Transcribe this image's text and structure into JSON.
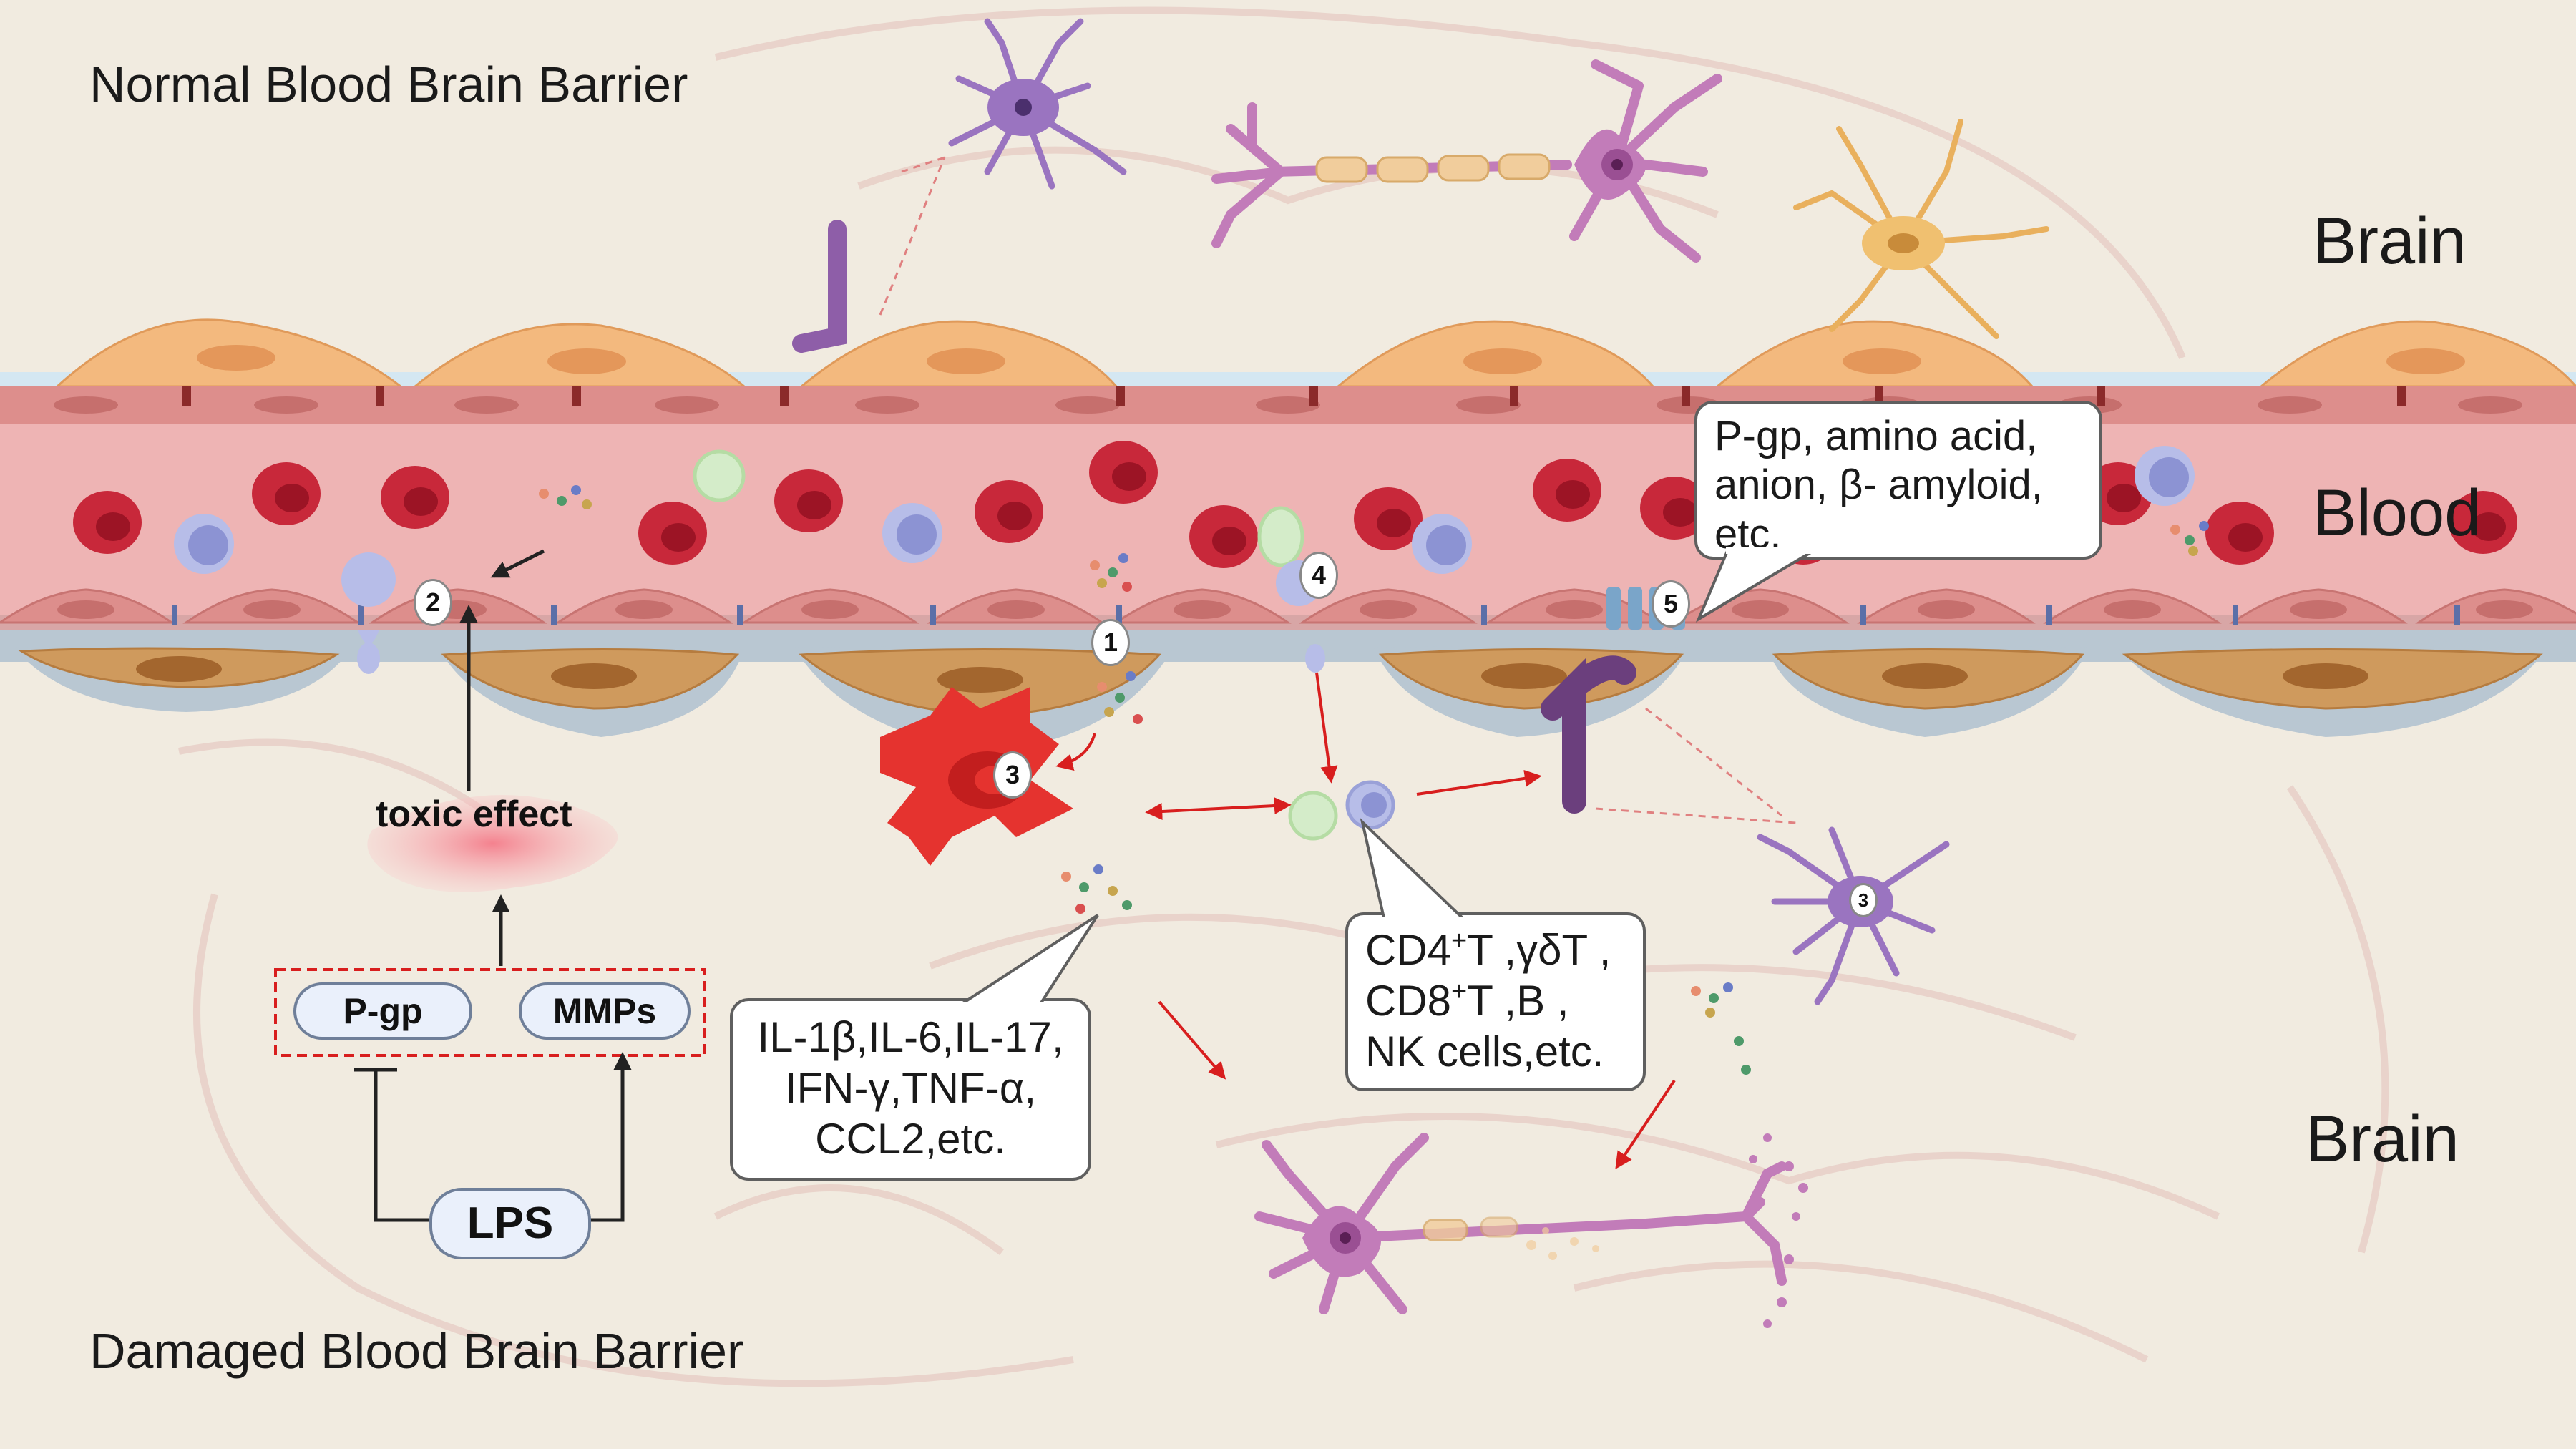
{
  "titles": {
    "normal": "Normal Blood Brain Barrier",
    "damaged": "Damaged Blood Brain Barrier"
  },
  "regions": {
    "brain_top": "Brain",
    "blood": "Blood",
    "brain_bottom": "Brain"
  },
  "callouts": {
    "transport": [
      "P-gp, amino acid,",
      "anion,  β- amyloid,",
      "etc."
    ],
    "cytokines": [
      "IL-1β,IL-6,IL-17,",
      "IFN-γ,TNF-α,",
      "CCL2,etc."
    ],
    "cells": {
      "line1": {
        "a": "CD4",
        "a_sup": "+",
        "b": "T ,γδT ,"
      },
      "line2": {
        "a": "CD8",
        "a_sup": "+",
        "b": "T ,B ,"
      },
      "line3": "NK cells,etc."
    }
  },
  "pathway": {
    "toxic": "toxic effect",
    "pgp": "P-gp",
    "mmps": "MMPs",
    "lps": "LPS"
  },
  "markers": [
    "1",
    "2",
    "3",
    "4",
    "5",
    "3"
  ],
  "colors": {
    "background": "#f1ebe0",
    "vessel": "#eeb4b4",
    "endothelium": "#dd8e8c",
    "pericyte": "#f3b97e",
    "astrocyte_foot": "#cf9a5d",
    "rbc": "#c8283a",
    "lymphocyte": "#9fa6dc",
    "microglia_active": "#e5332f",
    "neuron": "#c27cb9",
    "astrocyte": "#e9b05d",
    "oligodendrocyte": "#9a74c0",
    "arrow_red": "#d81e1e"
  }
}
